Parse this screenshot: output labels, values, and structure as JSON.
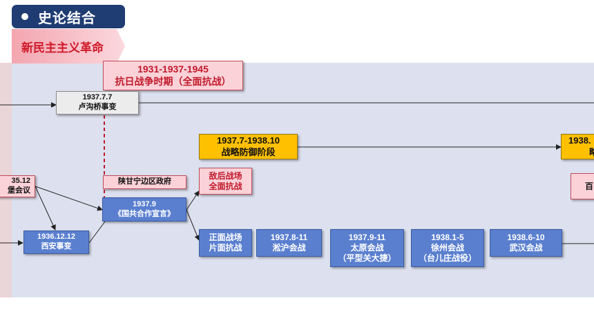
{
  "header": {
    "title": "史论结合"
  },
  "banner": {
    "label": "新民主主义革命"
  },
  "period": {
    "dates": "1931-1937-1945",
    "name": "抗日战争时期（全面抗战）"
  },
  "events": {
    "lugouqiao": {
      "date": "1937.7.7",
      "name": "卢沟桥事变"
    },
    "strategic_defense": {
      "date": "1937.7-1938.10",
      "name": "战略防御阶段"
    },
    "strategic_next": {
      "date": "1938.",
      "name": "略"
    },
    "wayaobao": {
      "date": "35.12",
      "name": "堡会议"
    },
    "shaanganning": {
      "name": "陕甘宁边区政府"
    },
    "guogong": {
      "date": "1937.9",
      "name": "《国共合作宣言》"
    },
    "xian": {
      "date": "1936.12.12",
      "name": "西安事变"
    },
    "enemy_rear": {
      "line1": "敌后战场",
      "line2": "全面抗战"
    },
    "baituan": {
      "line1": "",
      "line2": "百"
    },
    "frontal": {
      "line1": "正面战场",
      "line2": "片面抗战"
    },
    "songhu": {
      "date": "1937.8-11",
      "name": "淞沪会战"
    },
    "taiyuan": {
      "date": "1937.9-11",
      "name": "太原会战",
      "note": "（平型关大捷）"
    },
    "xuzhou": {
      "date": "1938.1-5",
      "name": "徐州会战",
      "note": "（台儿庄战役）"
    },
    "wuhan": {
      "date": "1938.6-10",
      "name": "武汉会战"
    }
  }
}
